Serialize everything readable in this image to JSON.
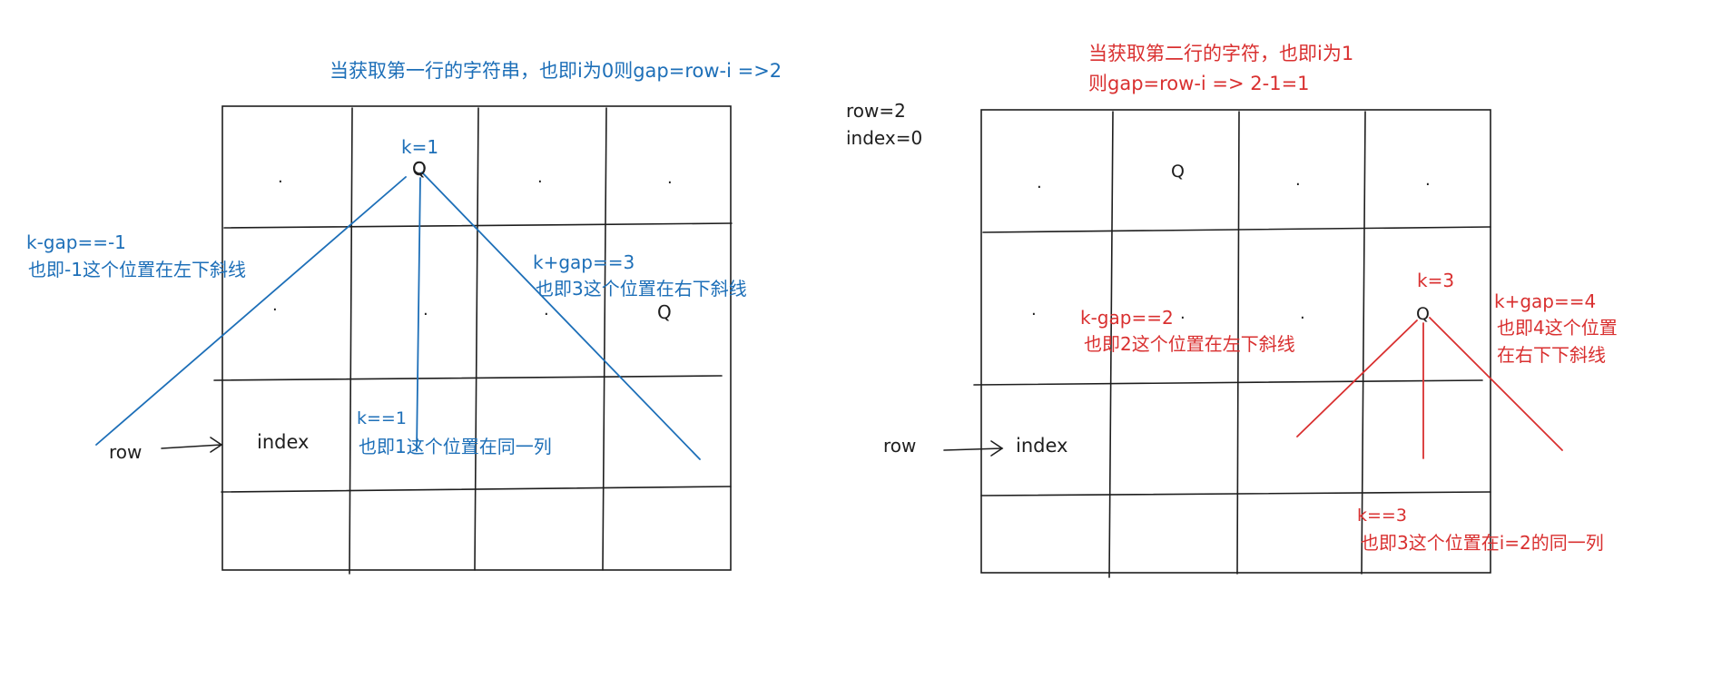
{
  "left_panel": {
    "title": "当获取第一行的字符串，也即i为0则gap=row-i   =>2",
    "k_top": "k=1",
    "queen_top": "Q",
    "queen_right": "Q",
    "left_diag_expr": "k-gap==-1",
    "left_diag_note": "也即-1这个位置在左下斜线",
    "right_diag_expr": "k+gap==3",
    "right_diag_note": "也即3这个位置在右下斜线",
    "column_expr": "k==1",
    "column_note": "也即1这个位置在同一列",
    "row_label": "row",
    "index_label": "index",
    "dots": [
      ".",
      ".",
      ".",
      ".",
      ".",
      ".",
      "."
    ]
  },
  "middle": {
    "row_value": "row=2",
    "index_value": "index=0"
  },
  "right_panel": {
    "title_line1": "当获取第二行的字符，也即i为1",
    "title_line2": "则gap=row-i => 2-1=1",
    "queen_top": "Q",
    "k_value": "k=3",
    "queen_lower": "Q",
    "left_diag_expr": "k-gap==2",
    "left_diag_note": "也即2这个位置在左下斜线",
    "right_diag_expr": "k+gap==4",
    "right_diag_note_line1": "也即4这个位置",
    "right_diag_note_line2": "在右下下斜线",
    "column_expr": "k==3",
    "column_note": "也即3这个位置在i=2的同一列",
    "row_label": "row",
    "index_label": "index",
    "dots": [
      ".",
      ".",
      ".",
      ".",
      ".",
      "."
    ]
  },
  "colors": {
    "blue": "#1d6fb8",
    "red": "#d93030",
    "ink": "#1e1e1e"
  }
}
